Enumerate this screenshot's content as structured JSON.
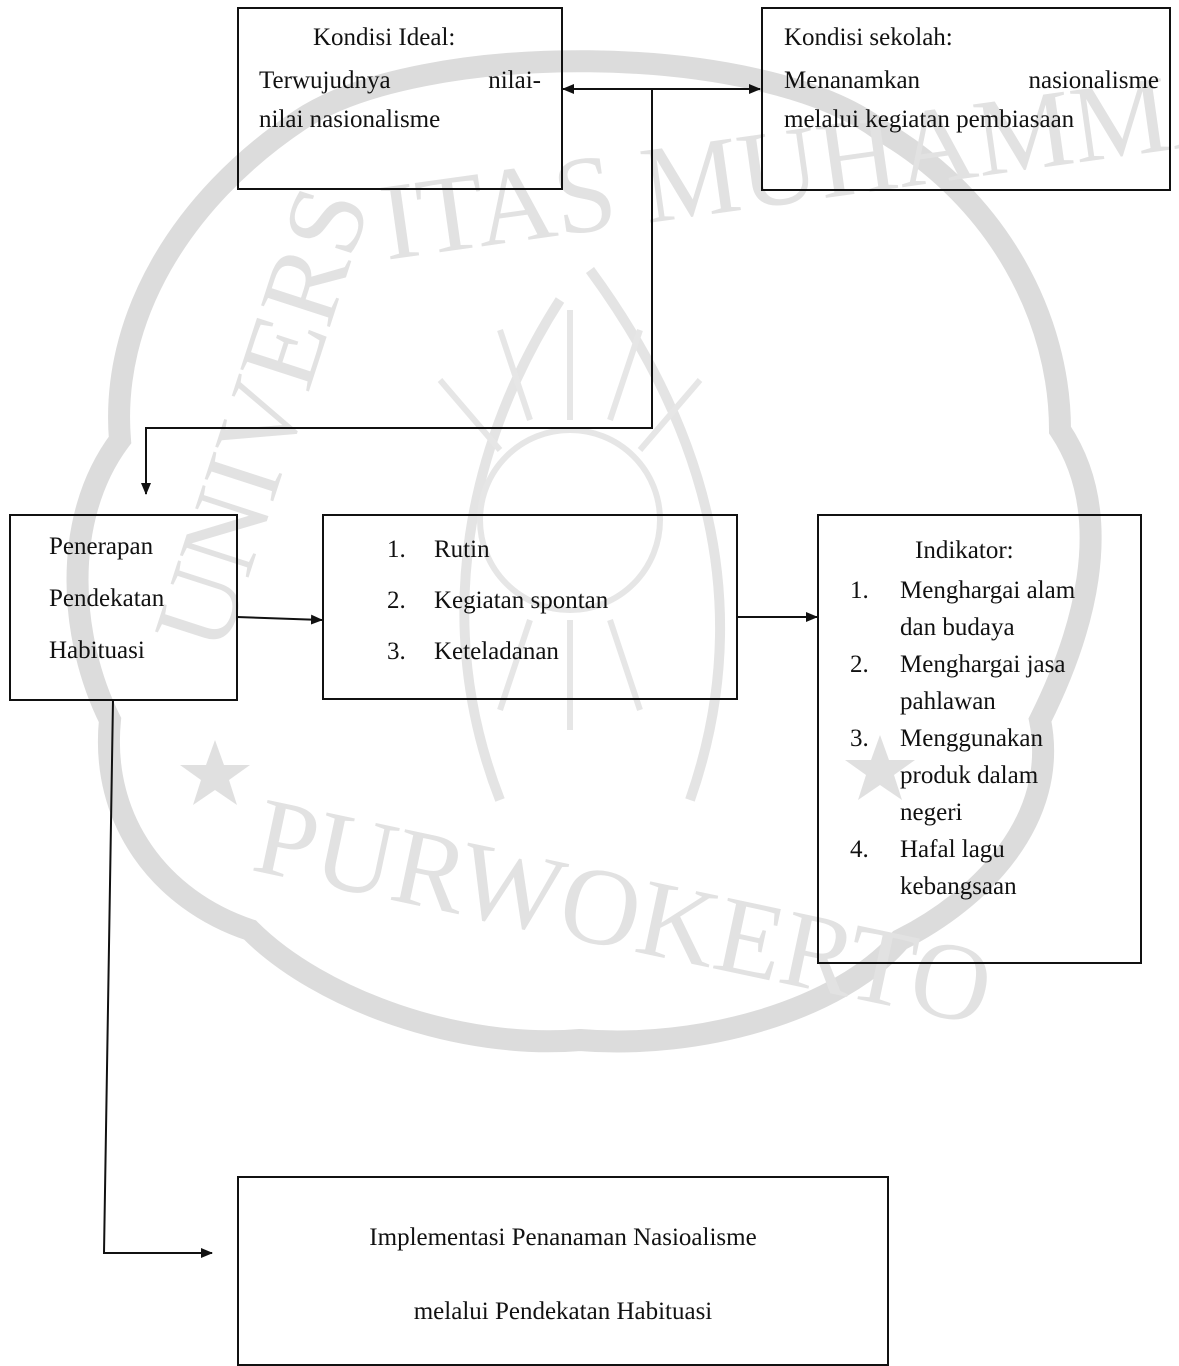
{
  "colors": {
    "line": "#111111",
    "watermark": "#d9d9d9"
  },
  "watermark": {
    "top_text": "ITAS MUHAMMADI",
    "bottom_text": "PURWOKERTO",
    "left_text": "UNIVERS"
  },
  "ideal": {
    "title": "Kondisi Ideal:",
    "line1a": "Terwujudnya",
    "line1b": "nilai-",
    "line2": "nilai nasionalisme"
  },
  "sekolah": {
    "title": "Kondisi sekolah:",
    "line1a": "Menanamkan",
    "line1b": "nasionalisme",
    "line2": "melalui kegiatan pembiasaan"
  },
  "penerapan": {
    "line1": "Penerapan",
    "line2": "Pendekatan",
    "line3": "Habituasi"
  },
  "kegiatan": [
    {
      "num": "1.",
      "label": "Rutin"
    },
    {
      "num": "2.",
      "label": "Kegiatan spontan"
    },
    {
      "num": "3.",
      "label": "Keteladanan"
    }
  ],
  "indikator": {
    "title": "Indikator:",
    "items": [
      {
        "num": "1.",
        "lines": [
          "Menghargai alam",
          "dan budaya"
        ]
      },
      {
        "num": "2.",
        "lines": [
          "Menghargai jasa",
          "pahlawan"
        ]
      },
      {
        "num": "3.",
        "lines": [
          "Menggunakan",
          "produk dalam",
          "negeri"
        ]
      },
      {
        "num": "4.",
        "lines": [
          "Hafal lagu",
          "kebangsaan"
        ]
      }
    ]
  },
  "implementasi": {
    "line1": "Implementasi Penanaman Nasioalisme",
    "line2": "melalui Pendekatan Habituasi"
  }
}
